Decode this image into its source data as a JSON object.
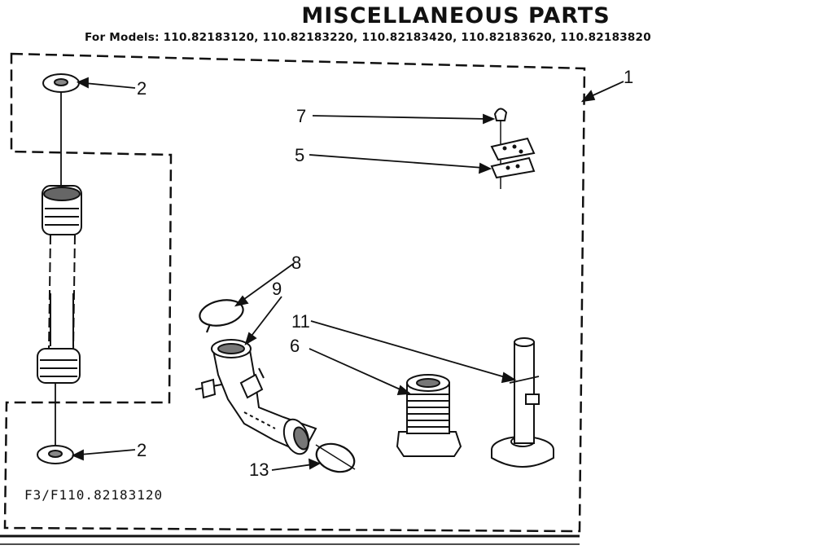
{
  "title": "MISCELLANEOUS PARTS",
  "models_line": "For Models: 110.82183120, 110.82183220, 110.82183420, 110.82183620, 110.82183820",
  "footer_code": "F3/F110.82183120",
  "callouts": {
    "c1": "1",
    "c2_top": "2",
    "c2_bottom": "2",
    "c5": "5",
    "c6": "6",
    "c7": "7",
    "c8": "8",
    "c9": "9",
    "c11": "11",
    "c13": "13"
  }
}
